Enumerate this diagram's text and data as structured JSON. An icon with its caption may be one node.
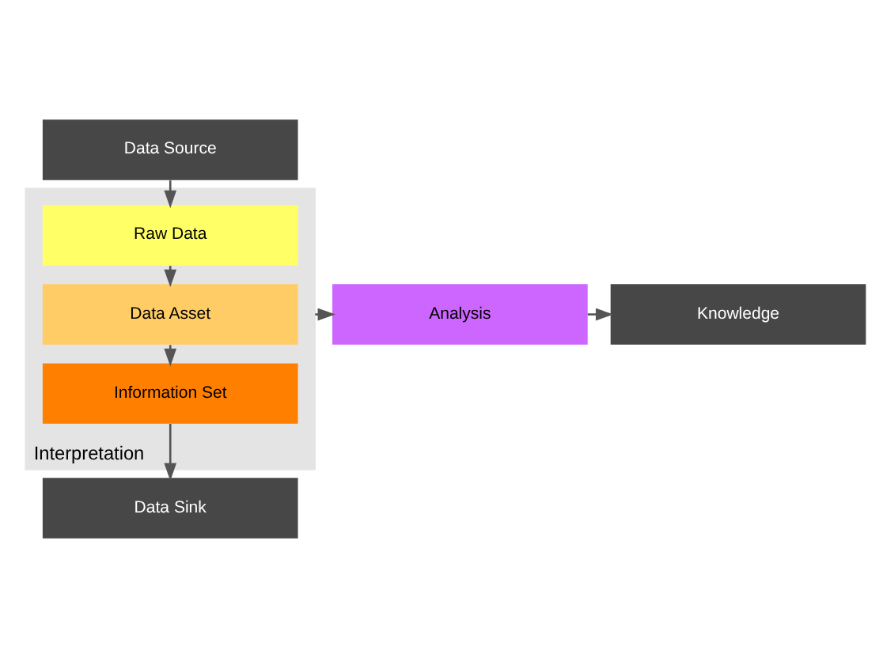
{
  "diagram": {
    "nodes": [
      {
        "text": [
          "Data Source"
        ]
      },
      {
        "text": [
          "Interpretation"
        ]
      },
      {
        "text": [
          "Raw Data"
        ],
        "in": 1
      },
      {
        "text": [
          "Data Asset"
        ],
        "in": 1
      },
      {
        "text": [
          "Information Set"
        ],
        "in": 1
      },
      {
        "text": [
          "Data Sink"
        ]
      },
      {
        "text": [
          "Analysis"
        ]
      },
      {
        "text": [
          "Knowledge"
        ]
      }
    ],
    "edges": [
      {
        "from": 0,
        "to": 2,
        "arrow": "to"
      },
      {
        "from": 2,
        "to": 3,
        "arrow": "to"
      },
      {
        "from": 3,
        "to": 4,
        "arrow": "to"
      },
      {
        "from": 4,
        "to": 5,
        "arrow": "to"
      },
      {
        "from": 1,
        "to": 6,
        "arrow": "to"
      },
      {
        "from": 6,
        "to": 7,
        "arrow": "to"
      }
    ]
  }
}
